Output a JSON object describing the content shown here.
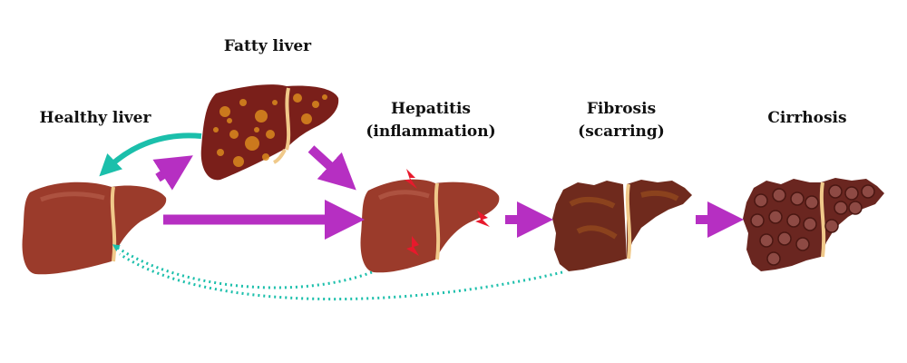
{
  "stages": {
    "healthy": {
      "label": "Healthy liver"
    },
    "fatty": {
      "label": "Fatty liver"
    },
    "hepatitis": {
      "label_line1": "Hepatitis",
      "label_line2": "(inflammation)"
    },
    "fibrosis": {
      "label_line1": "Fibrosis",
      "label_line2": "(scarring)"
    },
    "cirrhosis": {
      "label": "Cirrhosis"
    }
  },
  "colors": {
    "progression_arrow": "#b62fc2",
    "reversal_arrow": "#1bbfab",
    "healthy_liver": "#9b3b2b",
    "fatty_liver": "#7a1f1a",
    "fat_spots": "#d98a1e",
    "fibrosis_liver": "#6f2a1d",
    "cirrhosis_liver": "#6a2620",
    "ligament": "#f0c98a",
    "inflammation": "#e8192c"
  }
}
